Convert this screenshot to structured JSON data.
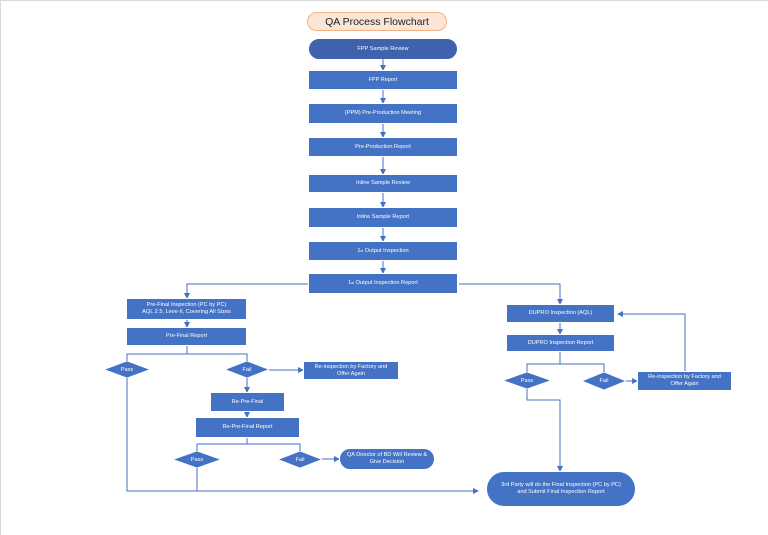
{
  "title": "QA Process Flowchart",
  "colors": {
    "node_fill": "#4472c4",
    "connector": "#4472c4",
    "title_fill": "#fbe5d6",
    "title_border": "#f4b183"
  },
  "steps": {
    "fpp_sample_review": "FPP Sample Review",
    "fpp_report": "FPP Report",
    "ppm_meeting": "(PPM) Pre-Production Meeting",
    "pre_production_report": "Pre-Production Report",
    "inline_sample_review": "Inline Sample Review",
    "inline_sample_report": "Inline Sample Report",
    "output_inspection_ordinal": "1",
    "output_inspection_sup": "st",
    "output_inspection_text": " Output Inspection",
    "output_report_ordinal": "1",
    "output_report_sup": "st",
    "output_report_text": " Output Inspection Report"
  },
  "left_branch": {
    "pre_final_inspection": "Pre-Final Inspection (PC by PC)\nAQL 2.5, Leve-II, Covering All Sizes",
    "pre_final_report": "Pre-Final Report",
    "pass_1": "Pass",
    "fail_1": "Fail",
    "reinspection_1": "Re-inspection by Factory and\nOffer Again",
    "re_pre_final": "Re-Pre-Final",
    "re_pre_final_report": "Re-Pre-Final Report",
    "pass_2": "Pass",
    "fail_2": "Fail",
    "qa_director": "QA Director of BD Will Review &\nGive Decision"
  },
  "right_branch": {
    "dupro_inspection": "DUPRO Inspection (AQL)",
    "dupro_report": "DUPRO Inspection Report",
    "pass": "Pass",
    "fail": "Fail",
    "reinspection": "Re-inspection by Factory and\nOffer Again"
  },
  "final": {
    "third_party": "3rd Party will do the Final Inspection (PC by PC)\nand Submit Final Inspection Report"
  }
}
